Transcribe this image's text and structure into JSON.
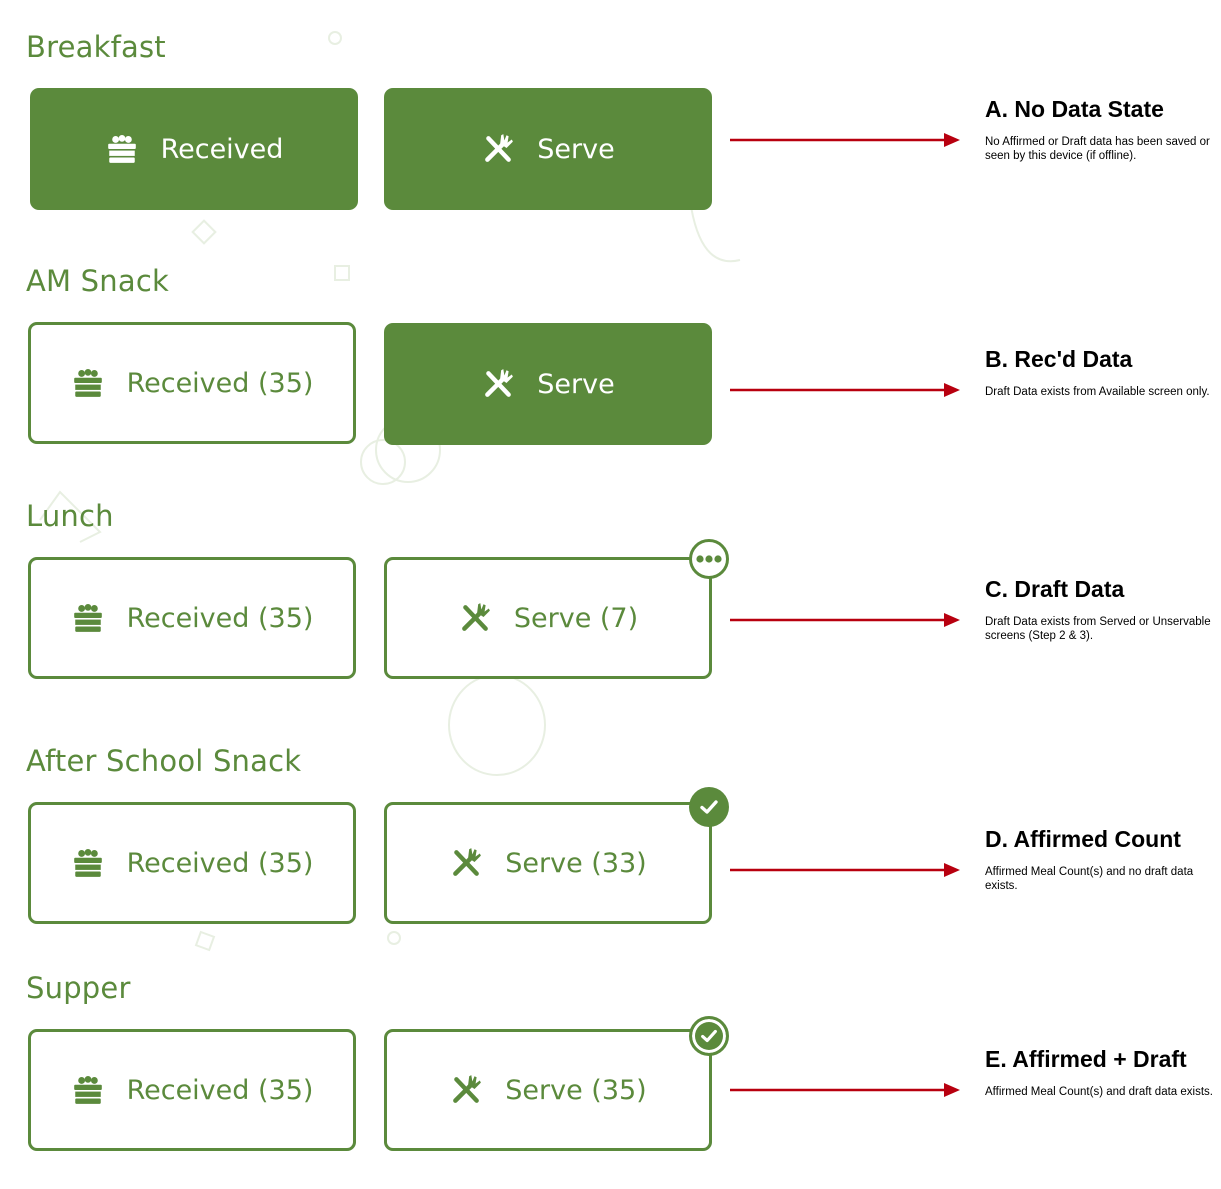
{
  "colors": {
    "accent": "#5b8a3c",
    "arrow": "#b8000f",
    "text": "#000000",
    "background": "#ffffff"
  },
  "icons": {
    "received": "crate-of-apples-icon",
    "serve": "fork-and-knife-icon",
    "draft": "ellipsis-icon",
    "affirmed": "checkmark-icon"
  },
  "meals": [
    {
      "title": "Breakfast",
      "received": {
        "label": "Received",
        "style": "filled"
      },
      "serve": {
        "label": "Serve",
        "style": "filled"
      },
      "badge": "none",
      "note": {
        "title": "A. No Data State",
        "desc": "No Affirmed or Draft data has been saved or seen by this device (if offline)."
      }
    },
    {
      "title": "AM Snack",
      "received": {
        "label": "Received (35)",
        "style": "outline"
      },
      "serve": {
        "label": "Serve",
        "style": "filled"
      },
      "badge": "none",
      "note": {
        "title": "B. Rec'd Data",
        "desc": "Draft Data exists from Available screen only."
      }
    },
    {
      "title": "Lunch",
      "received": {
        "label": "Received (35)",
        "style": "outline"
      },
      "serve": {
        "label": "Serve (7)",
        "style": "outline"
      },
      "badge": "draft",
      "note": {
        "title": "C. Draft Data",
        "desc": "Draft Data exists from Served or Unservable screens (Step 2 & 3)."
      }
    },
    {
      "title": "After School Snack",
      "received": {
        "label": "Received (35)",
        "style": "outline"
      },
      "serve": {
        "label": "Serve (33)",
        "style": "outline"
      },
      "badge": "affirmed",
      "note": {
        "title": "D. Affirmed Count",
        "desc": "Affirmed Meal Count(s) and no draft data exists."
      }
    },
    {
      "title": "Supper",
      "received": {
        "label": "Received (35)",
        "style": "outline"
      },
      "serve": {
        "label": "Serve (35)",
        "style": "outline"
      },
      "badge": "affirmed-draft",
      "note": {
        "title": "E. Affirmed + Draft",
        "desc": "Affirmed Meal Count(s) and draft data exists."
      }
    }
  ]
}
